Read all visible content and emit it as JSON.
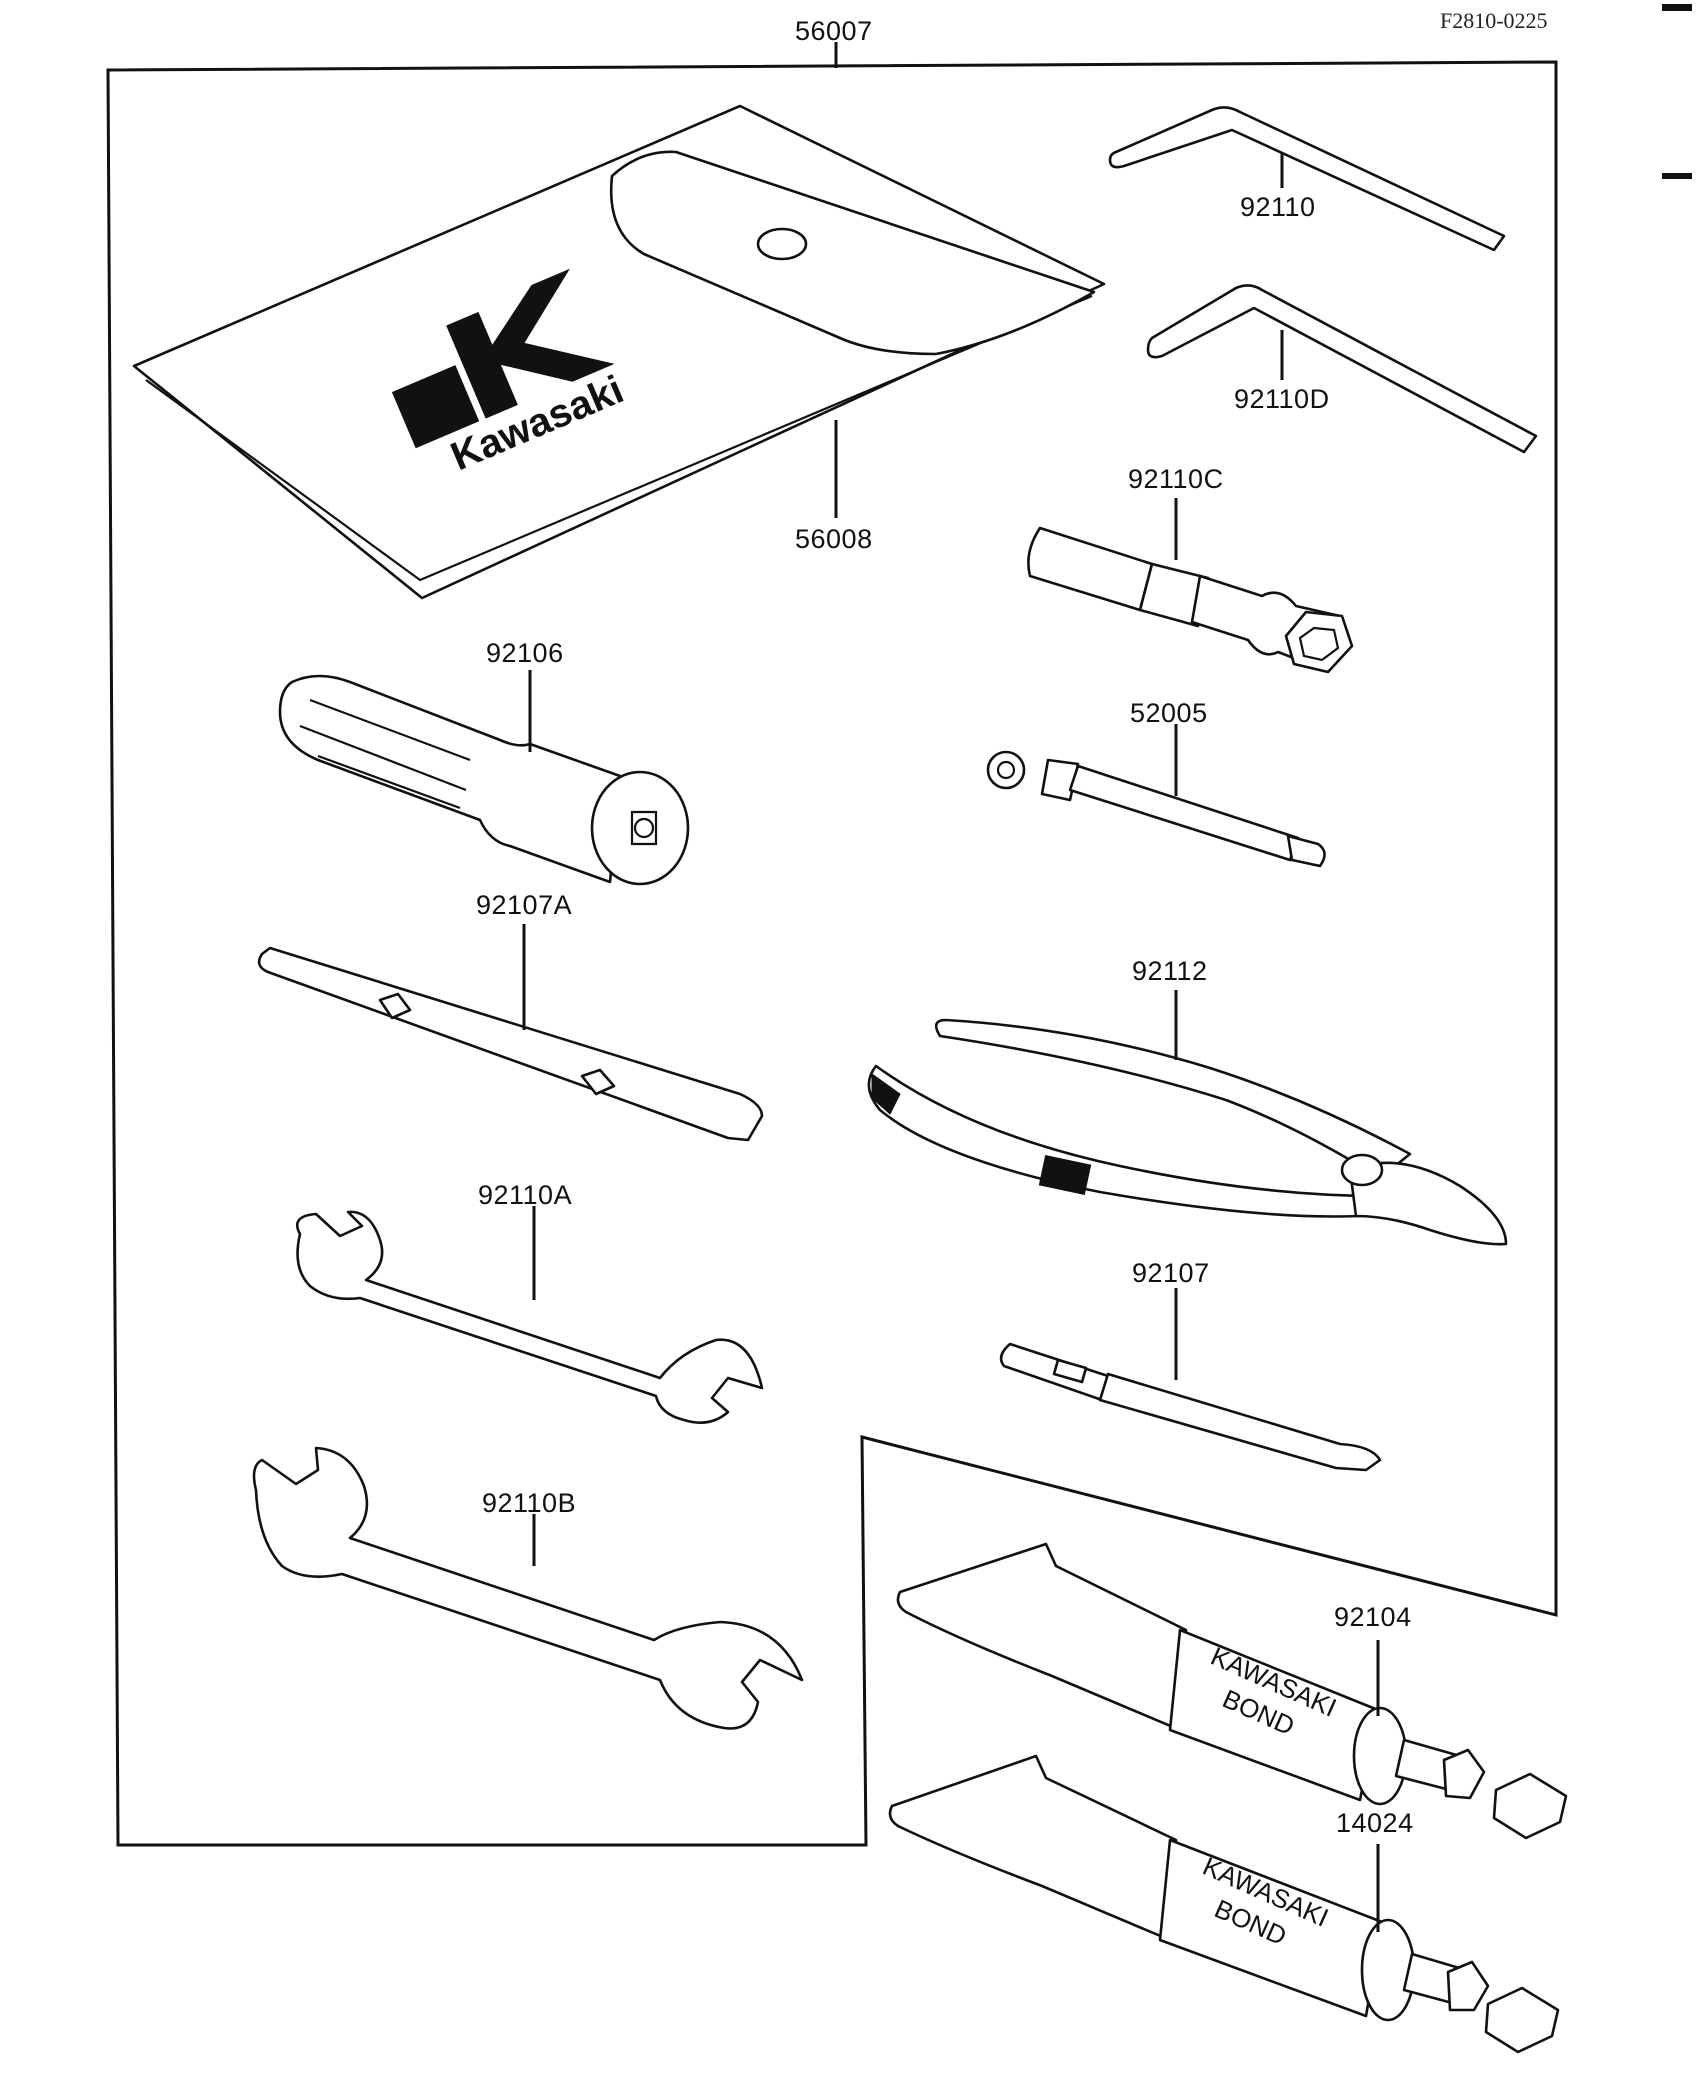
{
  "diagram": {
    "figure_code": "F2810-0225",
    "brand_logo_text": "Kawasaki",
    "bond_text_line1": "KAWASAKI",
    "bond_text_line2": "BOND",
    "parts": [
      {
        "key": "kit",
        "number": "56007"
      },
      {
        "key": "pouch",
        "number": "56008"
      },
      {
        "key": "hex-key-large",
        "number": "92110"
      },
      {
        "key": "hex-key-small",
        "number": "92110D"
      },
      {
        "key": "plug-wrench",
        "number": "92110C"
      },
      {
        "key": "handle",
        "number": "92106"
      },
      {
        "key": "spoke-tool",
        "number": "52005"
      },
      {
        "key": "screwdriver-double",
        "number": "92107A"
      },
      {
        "key": "pliers",
        "number": "92112"
      },
      {
        "key": "wrench-a",
        "number": "92110A"
      },
      {
        "key": "screwdriver",
        "number": "92107"
      },
      {
        "key": "wrench-b",
        "number": "92110B"
      },
      {
        "key": "bond-tube-1",
        "number": "92104"
      },
      {
        "key": "bond-tube-2",
        "number": "14024"
      }
    ]
  }
}
